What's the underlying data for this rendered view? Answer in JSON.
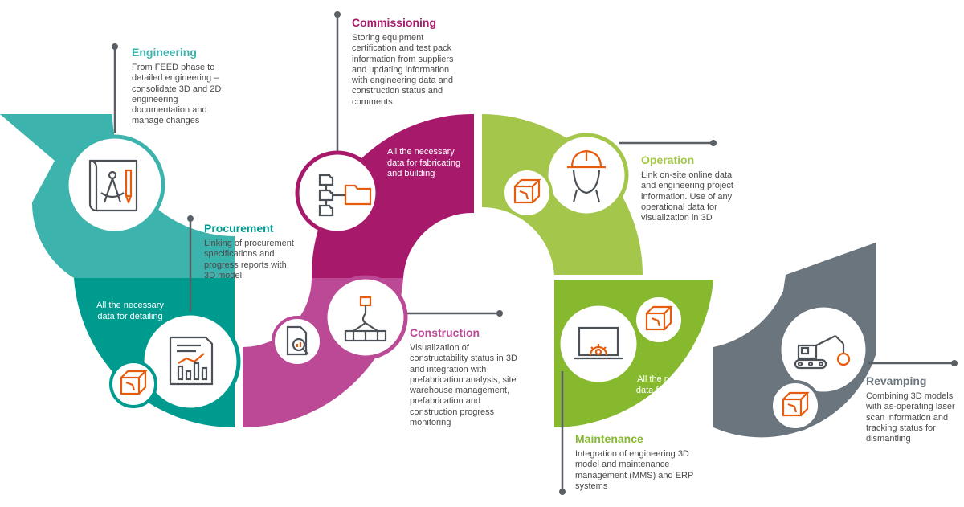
{
  "colors": {
    "teal_light": "#3db3ad",
    "teal_dark": "#009b8f",
    "magenta_dark": "#a7196b",
    "magenta_light": "#bc4996",
    "green_light": "#a3c64b",
    "green_dark": "#86b92e",
    "gray": "#6b757d",
    "orange": "#e65c0f",
    "icon_gray": "#4c5157",
    "text": "#4a4a4a",
    "connector": "#5a5f66"
  },
  "stages": {
    "engineering": {
      "title": "Engineering",
      "lines": [
        "From FEED phase to",
        "detailed engineering –",
        "consolidate 3D and 2D",
        "engineering",
        "documentation and",
        "manage changes"
      ],
      "icon": "drafting-compass-blueprint-icon"
    },
    "procurement": {
      "title": "Procurement",
      "lines": [
        "Linking of procurement",
        "specifications and",
        "progress reports with",
        "3D model"
      ],
      "icon": "report-chart-document-icon"
    },
    "commissioning": {
      "title": "Commissioning",
      "lines": [
        "Storing equipment",
        "certification and test pack",
        "information from suppliers",
        "and updating information",
        "with engineering data and",
        "construction status and",
        "comments"
      ],
      "icon": "folder-hierarchy-icon"
    },
    "construction": {
      "title": "Construction",
      "lines": [
        "Visualization of",
        "constructability status in 3D",
        "and integration with",
        "prefabrication analysis, site",
        "warehouse management,",
        "prefabrication and",
        "construction progress",
        "monitoring"
      ],
      "icon": "crane-hook-beam-icon"
    },
    "operation": {
      "title": "Operation",
      "lines": [
        "Link on-site online data",
        "and engineering project",
        "information. Use of any",
        "operational data for",
        "visualization in 3D"
      ],
      "icon": "worker-hardhat-icon"
    },
    "maintenance": {
      "title": "Maintenance",
      "lines": [
        "Integration of engineering 3D",
        "model and maintenance",
        "management (MMS) and ERP",
        "systems"
      ],
      "icon": "laptop-gear-icon"
    },
    "revamping": {
      "title": "Revamping",
      "lines": [
        "Combining 3D models",
        "with as-operating laser",
        "scan information and",
        "tracking status for",
        "dismantling"
      ],
      "icon": "excavator-wrecking-ball-icon"
    }
  },
  "bands": {
    "detailing": [
      "All the necessary",
      "data for detailing"
    ],
    "fabricating": [
      "All the necessary",
      "data for fabricating",
      "and building"
    ],
    "operating": [
      "All the necessary",
      "data for operating"
    ]
  }
}
